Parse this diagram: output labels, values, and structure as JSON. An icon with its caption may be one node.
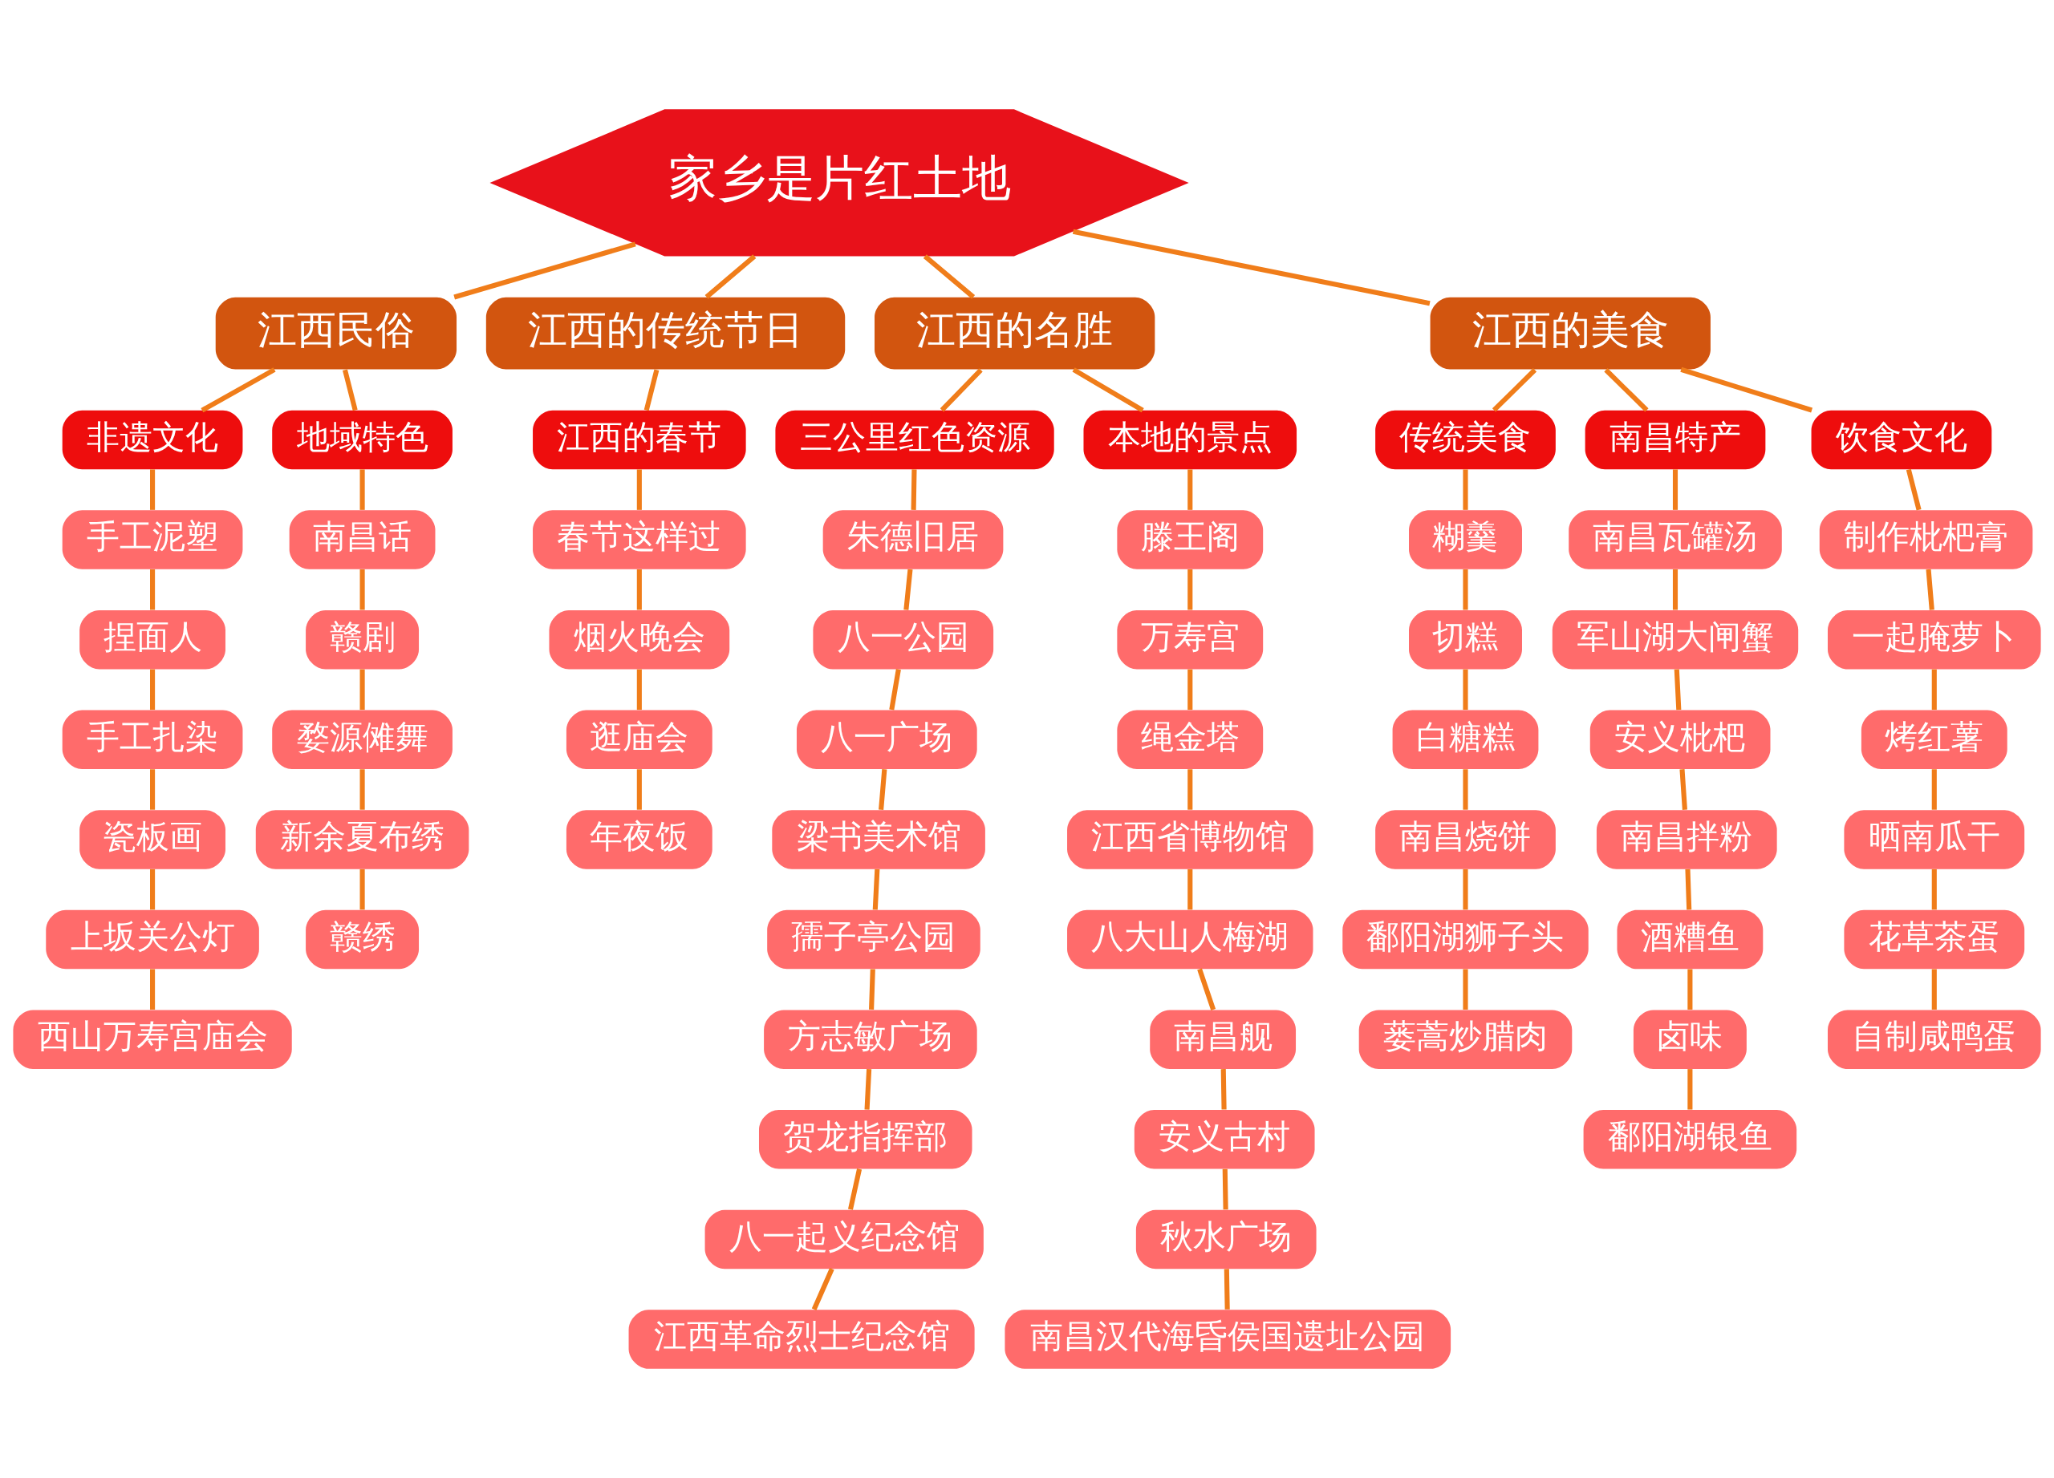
{
  "diagram": {
    "nodes": [
      {
        "text": [
          "家乡是片红土地"
        ]
      },
      {
        "text": [
          "江西民俗"
        ]
      },
      {
        "text": [
          "非遗文化"
        ]
      },
      {
        "text": [
          "手工泥塑"
        ]
      },
      {
        "text": [
          "捏面人"
        ]
      },
      {
        "text": [
          "手工扎染"
        ]
      },
      {
        "text": [
          "瓷板画"
        ]
      },
      {
        "text": [
          "上坂关公灯"
        ]
      },
      {
        "text": [
          "西山万寿宫庙会"
        ]
      },
      {
        "text": [
          "地域特色"
        ]
      },
      {
        "text": [
          "南昌话"
        ]
      },
      {
        "text": [
          "赣剧"
        ]
      },
      {
        "text": [
          "婺源傩舞"
        ]
      },
      {
        "text": [
          "新余夏布绣"
        ]
      },
      {
        "text": [
          "赣绣"
        ]
      },
      {
        "text": [
          "江西的传统节日"
        ]
      },
      {
        "text": [
          "江西的春节"
        ]
      },
      {
        "text": [
          "春节这样过"
        ]
      },
      {
        "text": [
          "烟火晚会"
        ]
      },
      {
        "text": [
          "逛庙会"
        ]
      },
      {
        "text": [
          "年夜饭"
        ]
      },
      {
        "text": [
          "江西的名胜"
        ]
      },
      {
        "text": [
          "三公里红色资源"
        ]
      },
      {
        "text": [
          "朱德旧居"
        ]
      },
      {
        "text": [
          "八一公园"
        ]
      },
      {
        "text": [
          "八一广场"
        ]
      },
      {
        "text": [
          "梁书美术馆"
        ]
      },
      {
        "text": [
          "孺子亭公园"
        ]
      },
      {
        "text": [
          "方志敏广场"
        ]
      },
      {
        "text": [
          "贺龙指挥部"
        ]
      },
      {
        "text": [
          "八一起义纪念馆"
        ]
      },
      {
        "text": [
          "江西革命烈士纪念馆"
        ]
      },
      {
        "text": [
          "本地的景点"
        ]
      },
      {
        "text": [
          "滕王阁"
        ]
      },
      {
        "text": [
          "万寿宫"
        ]
      },
      {
        "text": [
          "绳金塔"
        ]
      },
      {
        "text": [
          "江西省博物馆"
        ]
      },
      {
        "text": [
          "八大山人梅湖"
        ]
      },
      {
        "text": [
          "南昌舰"
        ]
      },
      {
        "text": [
          "安义古村"
        ]
      },
      {
        "text": [
          "秋水广场"
        ]
      },
      {
        "text": [
          "南昌汉代海昏侯国遗址公园"
        ]
      },
      {
        "text": [
          "江西的美食"
        ]
      },
      {
        "text": [
          "传统美食"
        ]
      },
      {
        "text": [
          "糊羹"
        ]
      },
      {
        "text": [
          "切糕"
        ]
      },
      {
        "text": [
          "白糖糕"
        ]
      },
      {
        "text": [
          "南昌烧饼"
        ]
      },
      {
        "text": [
          "鄱阳湖狮子头"
        ]
      },
      {
        "text": [
          "蒌蒿炒腊肉"
        ]
      },
      {
        "text": [
          "南昌特产"
        ]
      },
      {
        "text": [
          "南昌瓦罐汤"
        ]
      },
      {
        "text": [
          "军山湖大闸蟹"
        ]
      },
      {
        "text": [
          "安义枇杷"
        ]
      },
      {
        "text": [
          "南昌拌粉"
        ]
      },
      {
        "text": [
          "酒糟鱼"
        ]
      },
      {
        "text": [
          "卤味"
        ]
      },
      {
        "text": [
          "鄱阳湖银鱼"
        ]
      },
      {
        "text": [
          "饮食文化"
        ]
      },
      {
        "text": [
          "制作枇杷膏"
        ]
      },
      {
        "text": [
          "一起腌萝卜"
        ]
      },
      {
        "text": [
          "烤红薯"
        ]
      },
      {
        "text": [
          "晒南瓜干"
        ]
      },
      {
        "text": [
          "花草茶蛋"
        ]
      },
      {
        "text": [
          "自制咸鸭蛋"
        ]
      }
    ],
    "edges": [
      {
        "from": 0,
        "to": 1,
        "arrow": "none"
      },
      {
        "from": 1,
        "to": 2,
        "arrow": "none"
      },
      {
        "from": 2,
        "to": 3,
        "arrow": "none"
      },
      {
        "from": 3,
        "to": 4,
        "arrow": "none"
      },
      {
        "from": 4,
        "to": 5,
        "arrow": "none"
      },
      {
        "from": 5,
        "to": 6,
        "arrow": "none"
      },
      {
        "from": 6,
        "to": 7,
        "arrow": "none"
      },
      {
        "from": 7,
        "to": 8,
        "arrow": "none"
      },
      {
        "from": 1,
        "to": 9,
        "arrow": "none"
      },
      {
        "from": 9,
        "to": 10,
        "arrow": "none"
      },
      {
        "from": 10,
        "to": 11,
        "arrow": "none"
      },
      {
        "from": 11,
        "to": 12,
        "arrow": "none"
      },
      {
        "from": 12,
        "to": 13,
        "arrow": "none"
      },
      {
        "from": 13,
        "to": 14,
        "arrow": "none"
      },
      {
        "from": 0,
        "to": 15,
        "arrow": "none"
      },
      {
        "from": 15,
        "to": 16,
        "arrow": "none"
      },
      {
        "from": 16,
        "to": 17,
        "arrow": "none"
      },
      {
        "from": 17,
        "to": 18,
        "arrow": "none"
      },
      {
        "from": 18,
        "to": 19,
        "arrow": "none"
      },
      {
        "from": 19,
        "to": 20,
        "arrow": "none"
      },
      {
        "from": 0,
        "to": 21,
        "arrow": "none"
      },
      {
        "from": 21,
        "to": 22,
        "arrow": "none"
      },
      {
        "from": 22,
        "to": 23,
        "arrow": "none"
      },
      {
        "from": 23,
        "to": 24,
        "arrow": "none"
      },
      {
        "from": 24,
        "to": 25,
        "arrow": "none"
      },
      {
        "from": 25,
        "to": 26,
        "arrow": "none"
      },
      {
        "from": 26,
        "to": 27,
        "arrow": "none"
      },
      {
        "from": 27,
        "to": 28,
        "arrow": "none"
      },
      {
        "from": 28,
        "to": 29,
        "arrow": "none"
      },
      {
        "from": 29,
        "to": 30,
        "arrow": "none"
      },
      {
        "from": 30,
        "to": 31,
        "arrow": "none"
      },
      {
        "from": 21,
        "to": 32,
        "arrow": "none"
      },
      {
        "from": 32,
        "to": 33,
        "arrow": "none"
      },
      {
        "from": 33,
        "to": 34,
        "arrow": "none"
      },
      {
        "from": 34,
        "to": 35,
        "arrow": "none"
      },
      {
        "from": 35,
        "to": 36,
        "arrow": "none"
      },
      {
        "from": 36,
        "to": 37,
        "arrow": "none"
      },
      {
        "from": 37,
        "to": 38,
        "arrow": "none"
      },
      {
        "from": 38,
        "to": 39,
        "arrow": "none"
      },
      {
        "from": 39,
        "to": 40,
        "arrow": "none"
      },
      {
        "from": 40,
        "to": 41,
        "arrow": "none"
      },
      {
        "from": 0,
        "to": 42,
        "arrow": "none"
      },
      {
        "from": 42,
        "to": 43,
        "arrow": "none"
      },
      {
        "from": 43,
        "to": 44,
        "arrow": "none"
      },
      {
        "from": 44,
        "to": 45,
        "arrow": "none"
      },
      {
        "from": 45,
        "to": 46,
        "arrow": "none"
      },
      {
        "from": 46,
        "to": 47,
        "arrow": "none"
      },
      {
        "from": 47,
        "to": 48,
        "arrow": "none"
      },
      {
        "from": 48,
        "to": 49,
        "arrow": "none"
      },
      {
        "from": 42,
        "to": 50,
        "arrow": "none"
      },
      {
        "from": 50,
        "to": 51,
        "arrow": "none"
      },
      {
        "from": 51,
        "to": 52,
        "arrow": "none"
      },
      {
        "from": 52,
        "to": 53,
        "arrow": "none"
      },
      {
        "from": 53,
        "to": 54,
        "arrow": "none"
      },
      {
        "from": 54,
        "to": 55,
        "arrow": "none"
      },
      {
        "from": 55,
        "to": 56,
        "arrow": "none"
      },
      {
        "from": 56,
        "to": 57,
        "arrow": "none"
      },
      {
        "from": 42,
        "to": 58,
        "arrow": "none"
      },
      {
        "from": 58,
        "to": 59,
        "arrow": "none"
      },
      {
        "from": 59,
        "to": 60,
        "arrow": "none"
      },
      {
        "from": 60,
        "to": 61,
        "arrow": "none"
      },
      {
        "from": 61,
        "to": 62,
        "arrow": "none"
      },
      {
        "from": 62,
        "to": 63,
        "arrow": "none"
      },
      {
        "from": 63,
        "to": 64,
        "arrow": "none"
      }
    ]
  }
}
